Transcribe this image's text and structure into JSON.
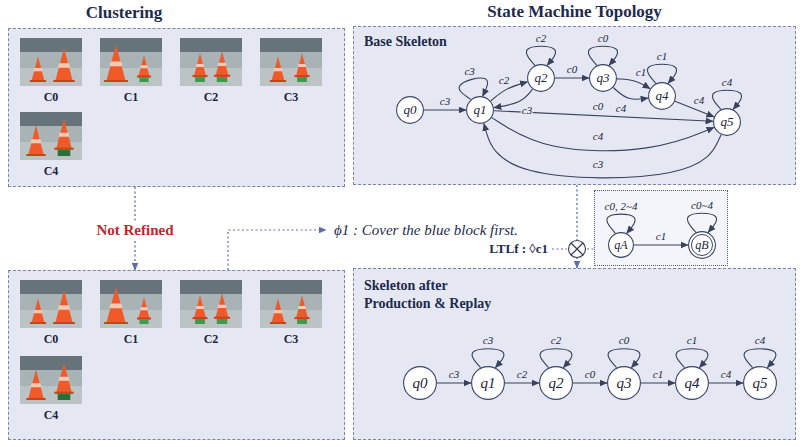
{
  "diagram": {
    "nodes": [
      {
        "text": [
          "Clustering"
        ]
      },
      {
        "text": [
          "C0"
        ],
        "in": 0
      },
      {
        "text": [
          "C1"
        ],
        "in": 0
      },
      {
        "text": [
          "C2"
        ],
        "in": 0
      },
      {
        "text": [
          "C3"
        ],
        "in": 0
      },
      {
        "text": [
          "C4"
        ],
        "in": 0
      },
      {
        "text": []
      },
      {
        "text": [
          "C0"
        ],
        "in": 6
      },
      {
        "text": [
          "C1"
        ],
        "in": 6
      },
      {
        "text": [
          "C2"
        ],
        "in": 6
      },
      {
        "text": [
          "C3"
        ],
        "in": 6
      },
      {
        "text": [
          "C4"
        ],
        "in": 6
      },
      {
        "text": [
          "State Machine Topology",
          "Base Skeleton"
        ]
      },
      {
        "text": [
          "q0"
        ],
        "in": 12
      },
      {
        "text": [
          "q1"
        ],
        "in": 12
      },
      {
        "text": [
          "q2"
        ],
        "in": 12
      },
      {
        "text": [
          "q3"
        ],
        "in": 12
      },
      {
        "text": [
          "q4"
        ],
        "in": 12
      },
      {
        "text": [
          "q5"
        ],
        "in": 12
      },
      {
        "text": []
      },
      {
        "text": [
          "qA"
        ],
        "in": 19
      },
      {
        "text": [
          "qB"
        ],
        "in": 19
      },
      {
        "text": [
          "Skeleton after Production & Replay"
        ]
      },
      {
        "text": [
          "q0"
        ],
        "in": 22
      },
      {
        "text": [
          "q1"
        ],
        "in": 22
      },
      {
        "text": [
          "q2"
        ],
        "in": 22
      },
      {
        "text": [
          "q3"
        ],
        "in": 22
      },
      {
        "text": [
          "q4"
        ],
        "in": 22
      },
      {
        "text": [
          "q5"
        ],
        "in": 22
      }
    ],
    "edges": [
      {
        "from": 0,
        "to": 6,
        "label": "Not Refined",
        "arrow": "to"
      },
      {
        "from": 12,
        "to": 22,
        "arrow": "to"
      },
      {
        "from": 13,
        "to": 14,
        "label": "c3",
        "arrow": "to"
      },
      {
        "from": 14,
        "to": 14,
        "label": "c3",
        "arrow": "to"
      },
      {
        "from": 14,
        "to": 15,
        "label": "c2",
        "arrow": "to"
      },
      {
        "from": 15,
        "to": 14,
        "label": "c3",
        "arrow": "to"
      },
      {
        "from": 15,
        "to": 15,
        "label": "c2",
        "arrow": "to"
      },
      {
        "from": 15,
        "to": 16,
        "label": "c0",
        "arrow": "to"
      },
      {
        "from": 16,
        "to": 16,
        "label": "c0",
        "arrow": "to"
      },
      {
        "from": 16,
        "to": 17,
        "label": "c1",
        "arrow": "to"
      },
      {
        "from": 16,
        "to": 17,
        "label": "c4",
        "arrow": "to"
      },
      {
        "from": 17,
        "to": 17,
        "label": "c1",
        "arrow": "to"
      },
      {
        "from": 17,
        "to": 18,
        "label": "c4",
        "arrow": "to"
      },
      {
        "from": 14,
        "to": 18,
        "label": "c0",
        "arrow": "to"
      },
      {
        "from": 14,
        "to": 18,
        "label": "c4",
        "arrow": "to"
      },
      {
        "from": 18,
        "to": 14,
        "label": "c3",
        "arrow": "to"
      },
      {
        "from": 18,
        "to": 18,
        "label": "c4",
        "arrow": "to"
      },
      {
        "from": 20,
        "to": 20,
        "label": "c0, 2~4",
        "arrow": "to"
      },
      {
        "from": 20,
        "to": 21,
        "label": "c1",
        "arrow": "to"
      },
      {
        "from": 21,
        "to": 21,
        "label": "c0~4",
        "arrow": "to"
      },
      {
        "from": 23,
        "to": 24,
        "label": "c3",
        "arrow": "to"
      },
      {
        "from": 24,
        "to": 24,
        "label": "c3",
        "arrow": "to"
      },
      {
        "from": 24,
        "to": 25,
        "label": "c2",
        "arrow": "to"
      },
      {
        "from": 25,
        "to": 25,
        "label": "c2",
        "arrow": "to"
      },
      {
        "from": 25,
        "to": 26,
        "label": "c0",
        "arrow": "to"
      },
      {
        "from": 26,
        "to": 26,
        "label": "c0",
        "arrow": "to"
      },
      {
        "from": 26,
        "to": 27,
        "label": "c1",
        "arrow": "to"
      },
      {
        "from": 27,
        "to": 27,
        "label": "c1",
        "arrow": "to"
      },
      {
        "from": 27,
        "to": 28,
        "label": "c4",
        "arrow": "to"
      },
      {
        "from": 28,
        "to": 28,
        "label": "c4",
        "arrow": "to"
      }
    ],
    "labels": [
      "ϕ1 : Cover the blue block first.",
      "LTLf : ◊c1"
    ]
  }
}
